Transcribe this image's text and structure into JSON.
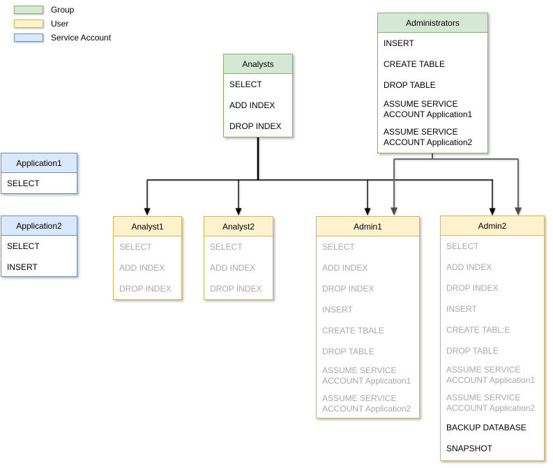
{
  "legend": {
    "items": [
      {
        "label": "Group",
        "type": "group"
      },
      {
        "label": "User",
        "type": "user"
      },
      {
        "label": "Service Account",
        "type": "service-account"
      }
    ]
  },
  "colors": {
    "group_fill": "#d5e8d4",
    "group_border": "#82b366",
    "user_fill": "#fff2cc",
    "user_border": "#d6b656",
    "service_fill": "#dae8fc",
    "service_border": "#6c8ebf",
    "muted_text": "#a9a9a9",
    "edge_analysts": "#000000",
    "edge_administrators": "#686868"
  },
  "nodes": {
    "analysts": {
      "title": "Analysts",
      "kind": "Group",
      "items": [
        "SELECT",
        "ADD INDEX",
        "DROP INDEX"
      ]
    },
    "administrators": {
      "title": "Administrators",
      "kind": "Group",
      "items": [
        "INSERT",
        "CREATE TABLE",
        "DROP TABLE",
        "ASSUME SERVICE ACCOUNT Application1",
        "ASSUME SERVICE ACCOUNT Application2"
      ]
    },
    "application1": {
      "title": "Application1",
      "kind": "Service Account",
      "items": [
        "SELECT"
      ]
    },
    "application2": {
      "title": "Application2",
      "kind": "Service Account",
      "items": [
        "SELECT",
        "INSERT"
      ]
    },
    "analyst1": {
      "title": "Analyst1",
      "kind": "User",
      "items": [
        "SELECT",
        "ADD INDEX",
        "DROP INDEX"
      ]
    },
    "analyst2": {
      "title": "Analyst2",
      "kind": "User",
      "items": [
        "SELECT",
        "ADD INDEX",
        "DROP INDEX"
      ]
    },
    "admin1": {
      "title": "Admin1",
      "kind": "User",
      "items": [
        "SELECT",
        "ADD INDEX",
        "DROP INDEX",
        "INSERT",
        "CREATE TBALE",
        "DROP TABLE",
        "ASSUME SERVICE ACCOUNT Application1",
        "ASSUME SERVICE ACCOUNT Application2"
      ]
    },
    "admin2": {
      "title": "Admin2",
      "kind": "User",
      "items": [
        "SELECT",
        "ADD INDEX",
        "DROP INDEX",
        "INSERT",
        "CREATE TABL:E",
        "DROP TABLE",
        "ASSUME SERVICE ACCOUNT Application1",
        "ASSUME SERVICE ACCOUNT Application2",
        "BACKUP DATABASE",
        "SNAPSHOT"
      ]
    }
  },
  "edges": [
    {
      "from": "Analysts",
      "to": "Analyst1"
    },
    {
      "from": "Analysts",
      "to": "Analyst2"
    },
    {
      "from": "Analysts",
      "to": "Admin1"
    },
    {
      "from": "Analysts",
      "to": "Admin2"
    },
    {
      "from": "Administrators",
      "to": "Admin1"
    },
    {
      "from": "Administrators",
      "to": "Admin2"
    }
  ]
}
